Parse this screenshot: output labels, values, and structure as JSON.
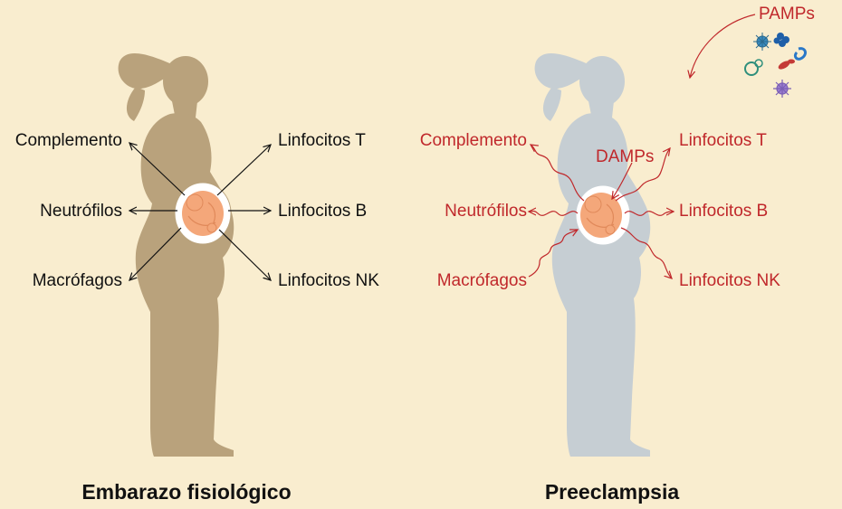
{
  "colors": {
    "background": "#f9edcf",
    "normal_silhouette": "#b9a27c",
    "preeclampsia_silhouette": "#c6ced3",
    "fetus": "#f4a77a",
    "normal_text": "#111111",
    "preeclampsia_text": "#c0282b"
  },
  "left": {
    "title": "Embarazo fisiológico",
    "labels": {
      "complemento": "Complemento",
      "neutrofilos": "Neutrófilos",
      "macrofagos": "Macrófagos",
      "linfocitos_t": "Linfocitos T",
      "linfocitos_b": "Linfocitos B",
      "linfocitos_nk": "Linfocitos NK"
    }
  },
  "right": {
    "title": "Preeclampsia",
    "labels": {
      "complemento": "Complemento",
      "neutrofilos": "Neutrófilos",
      "macrofagos": "Macrófagos",
      "linfocitos_t": "Linfocitos T",
      "linfocitos_b": "Linfocitos B",
      "linfocitos_nk": "Linfocitos NK",
      "damps": "DAMPs",
      "pamps": "PAMPs"
    }
  },
  "icons": [
    "pregnant-woman-silhouette-icon",
    "fetus-icon",
    "pathogen-icon"
  ]
}
